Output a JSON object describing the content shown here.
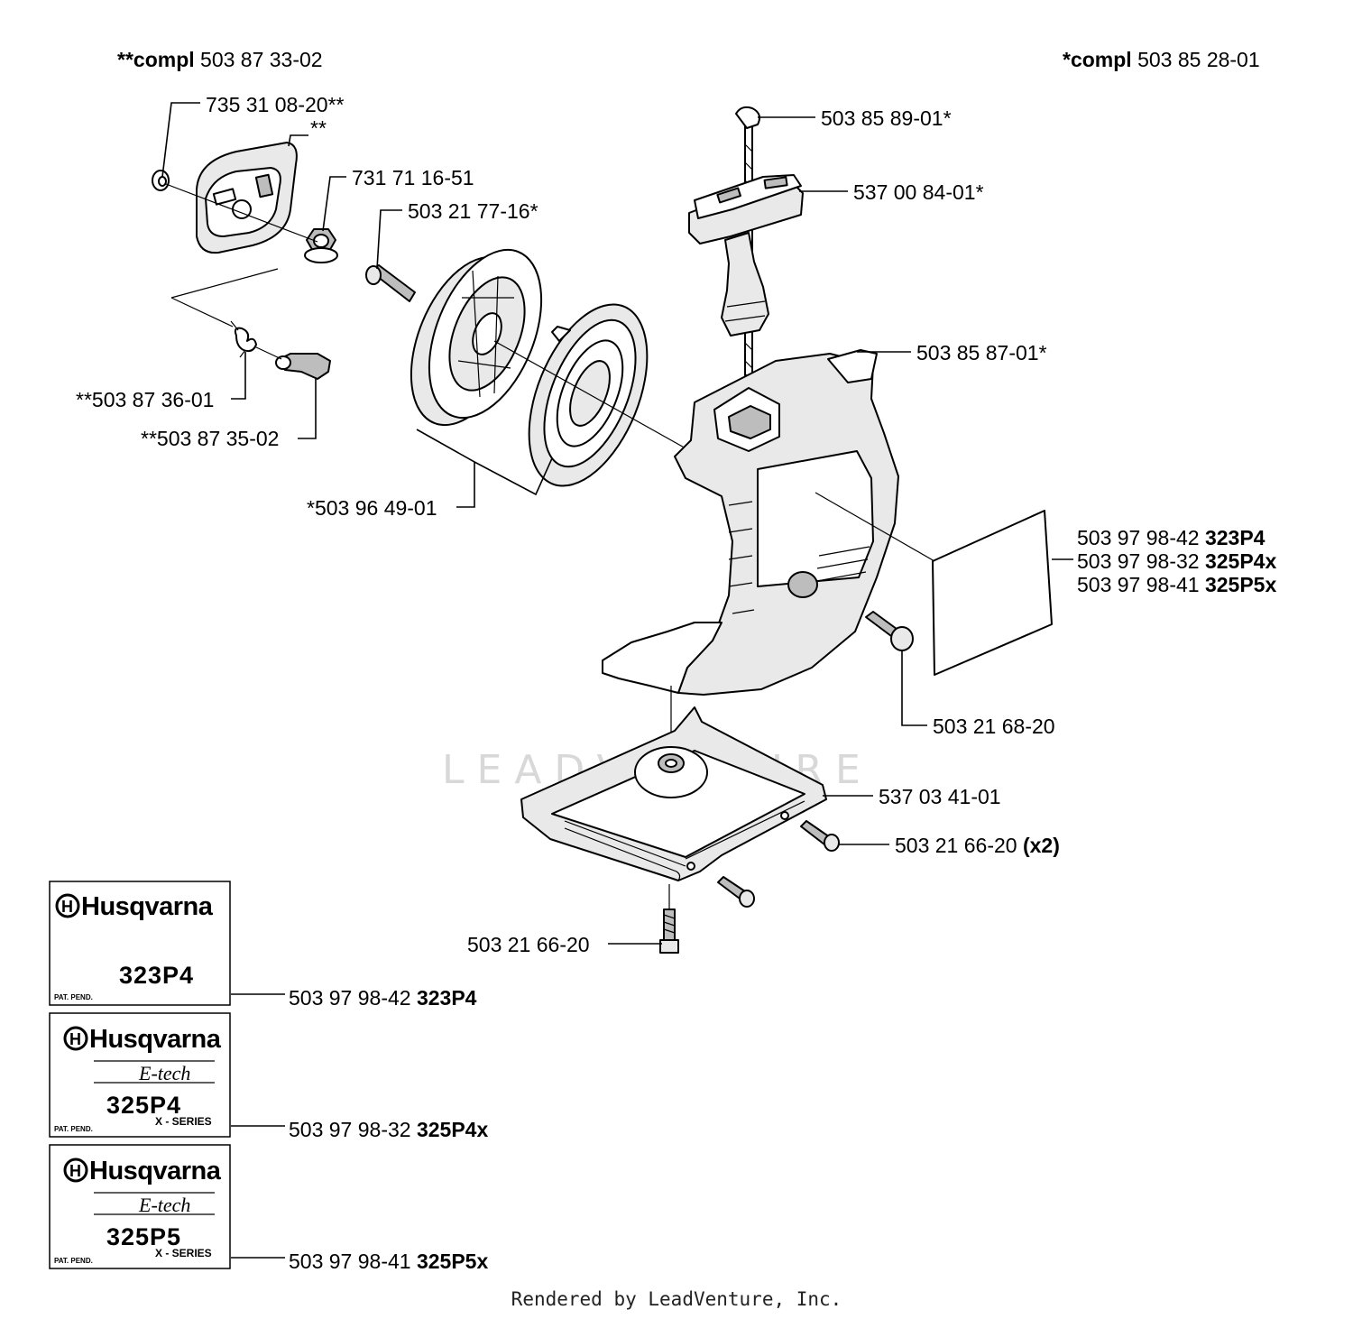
{
  "headers": {
    "left": {
      "bold": "**compl",
      "number": "503 87 33-02"
    },
    "right": {
      "bold": "*compl",
      "number": "503 85 28-01"
    }
  },
  "callouts": {
    "c1": "735 31 08-20**",
    "c2": "**",
    "c3": "731 71 16-51",
    "c4": "503 21 77-16*",
    "c5": "**503 87 36-01",
    "c6": "**503 87 35-02",
    "c7": "*503 96 49-01",
    "c8": "503 85 89-01*",
    "c9": "537 00 84-01*",
    "c10": "503 85 87-01*",
    "c11": {
      "number": "503 97 98-42",
      "model": "323P4"
    },
    "c12": {
      "number": "503 97 98-32",
      "model": "325P4x"
    },
    "c13": {
      "number": "503 97 98-41",
      "model": "325P5x"
    },
    "c14": "503 21 68-20",
    "c15": "537 03 41-01",
    "c16": {
      "number": "503 21 66-20",
      "qty": "(x2)"
    },
    "c17": "503 21 66-20",
    "c18": {
      "number": "503 97 98-42",
      "model": "323P4"
    },
    "c19": {
      "number": "503 97 98-32",
      "model": "325P4x"
    },
    "c20": {
      "number": "503 97 98-41",
      "model": "325P5x"
    }
  },
  "decals": [
    {
      "brand": "Husqvarna",
      "model": "323P4",
      "series": "",
      "etech": "",
      "pat": "PAT. PEND."
    },
    {
      "brand": "Husqvarna",
      "model": "325P4",
      "series": "X - SERIES",
      "etech": "E-tech",
      "pat": "PAT. PEND."
    },
    {
      "brand": "Husqvarna",
      "model": "325P5",
      "series": "X - SERIES",
      "etech": "E-tech",
      "pat": "PAT. PEND."
    }
  ],
  "watermark": "LEADVENTURE",
  "footer": "Rendered by LeadVenture, Inc."
}
